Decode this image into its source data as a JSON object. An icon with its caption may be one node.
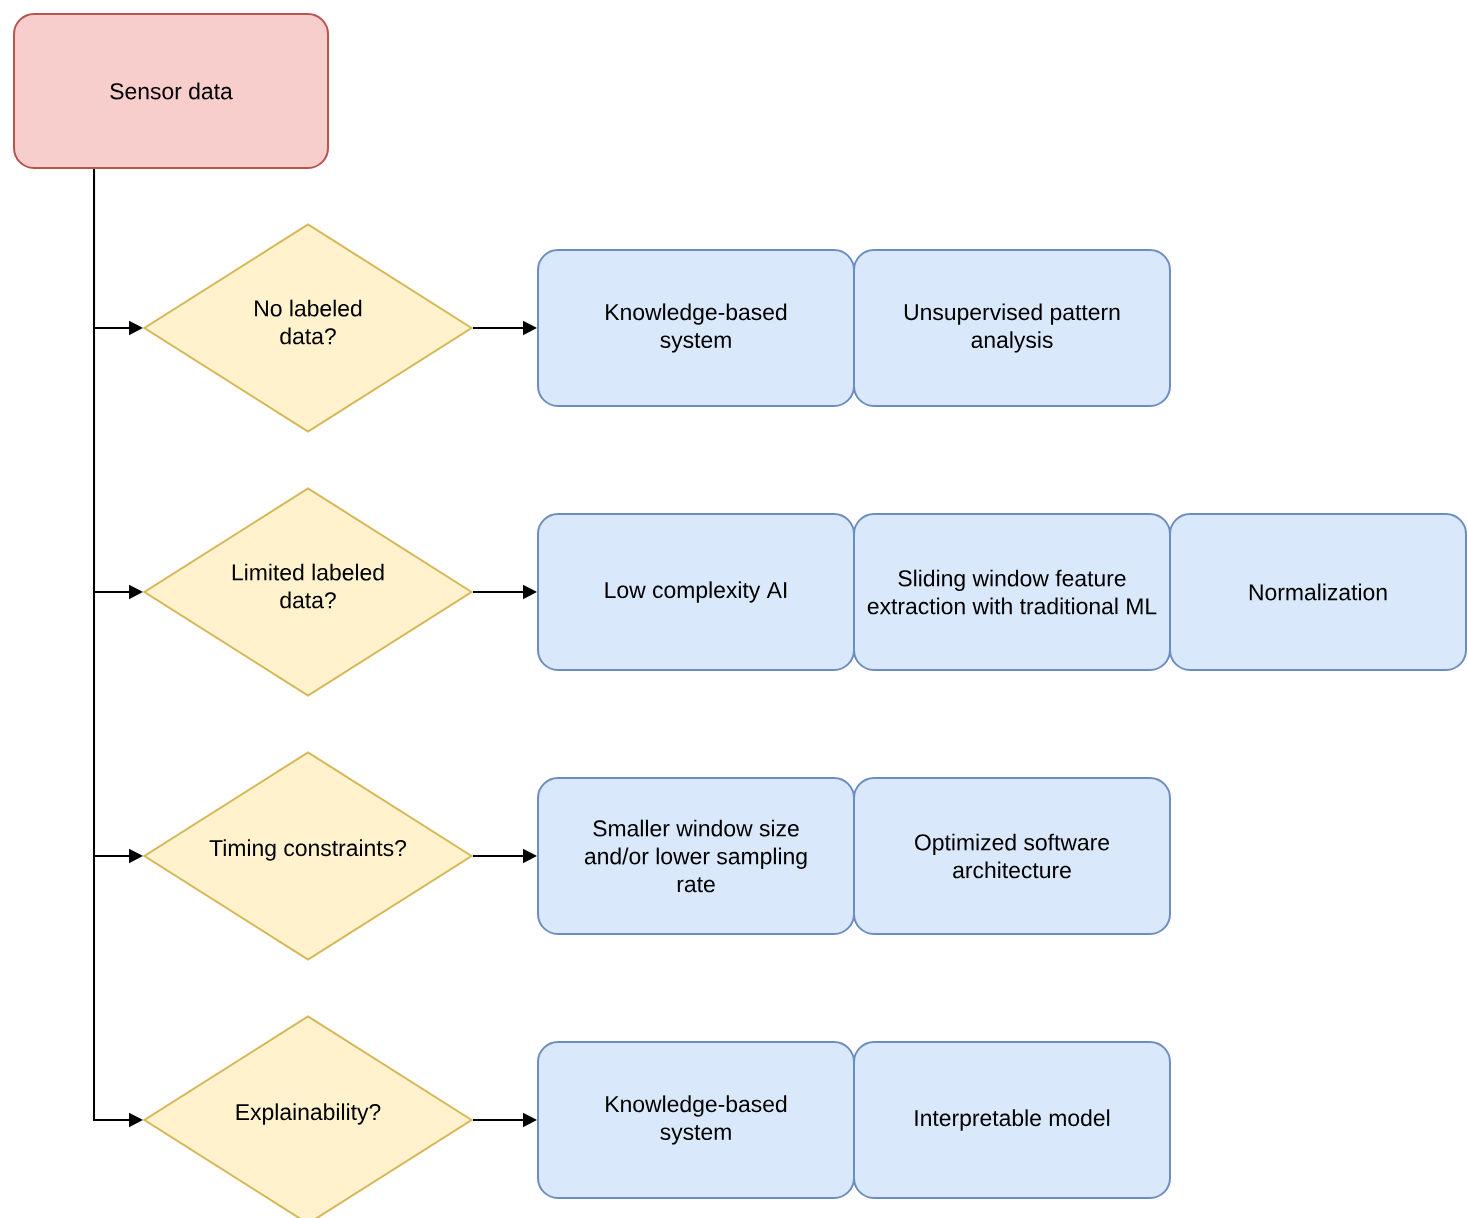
{
  "diagram": {
    "nodes": [
      {
        "text": [
          "Sensor data"
        ]
      },
      {
        "text": [
          "No labeled data?"
        ]
      },
      {
        "text": [
          "Knowledge-based system"
        ]
      },
      {
        "text": [
          "Unsupervised pattern analysis"
        ]
      },
      {
        "text": [
          "Limited labeled data?"
        ]
      },
      {
        "text": [
          "Low complexity AI"
        ]
      },
      {
        "text": [
          "Sliding window feature extraction with traditional ML"
        ]
      },
      {
        "text": [
          "Normalization"
        ]
      },
      {
        "text": [
          "Timing constraints?"
        ]
      },
      {
        "text": [
          "Smaller window size and/or lower sampling rate"
        ]
      },
      {
        "text": [
          "Optimized software architecture"
        ]
      },
      {
        "text": [
          "Explainability?"
        ]
      },
      {
        "text": [
          "Knowledge-based system"
        ]
      },
      {
        "text": [
          "Interpretable model"
        ]
      }
    ],
    "edges": [
      {
        "from": 0,
        "to": 1,
        "arrow": "to"
      },
      {
        "from": 0,
        "to": 4,
        "arrow": "to"
      },
      {
        "from": 0,
        "to": 8,
        "arrow": "to"
      },
      {
        "from": 0,
        "to": 11,
        "arrow": "to"
      },
      {
        "from": 1,
        "to": 2,
        "arrow": "to"
      },
      {
        "from": 4,
        "to": 5,
        "arrow": "to"
      },
      {
        "from": 8,
        "to": 9,
        "arrow": "to"
      },
      {
        "from": 11,
        "to": 12,
        "arrow": "to"
      }
    ]
  }
}
